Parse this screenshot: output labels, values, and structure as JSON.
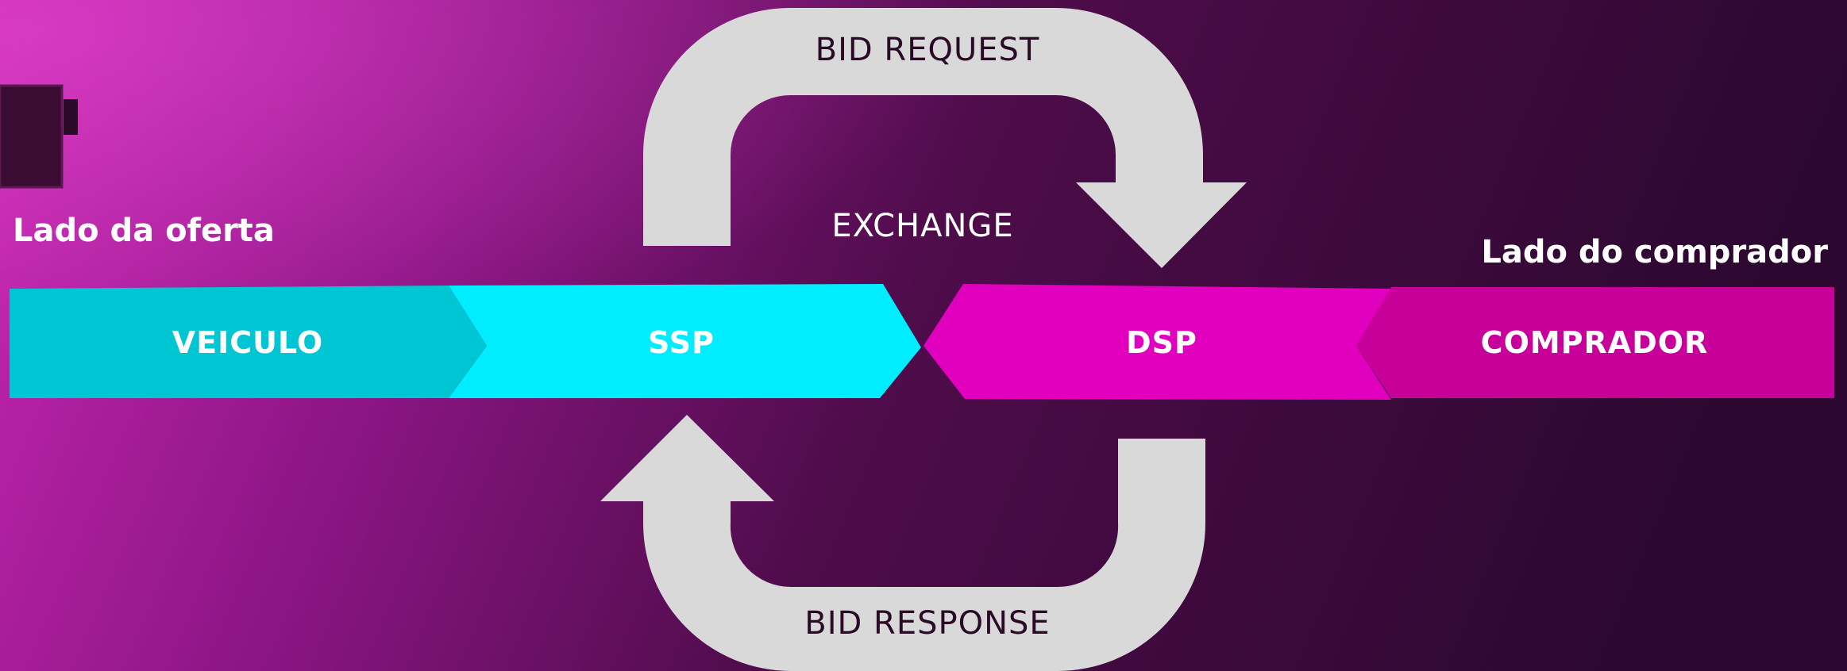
{
  "colors": {
    "veiculo": "#00c5d3",
    "ssp": "#00ecff",
    "dsp": "#e000bd",
    "comprador": "#c8009a",
    "loop_arrows": "#d9d9d9",
    "background_left": "#c727b2",
    "background_right": "#2c0830"
  },
  "labels": {
    "supply_side": "Lado da oferta",
    "buyer_side": "Lado do comprador",
    "exchange": "EXCHANGE",
    "bid_request": "BID REQUEST",
    "bid_response": "BID RESPONSE"
  },
  "segments": [
    {
      "label": "VEICULO"
    },
    {
      "label": "SSP"
    },
    {
      "label": "DSP"
    },
    {
      "label": "COMPRADOR"
    }
  ],
  "icons": {
    "left_edge_object": "partial-device-icon"
  }
}
